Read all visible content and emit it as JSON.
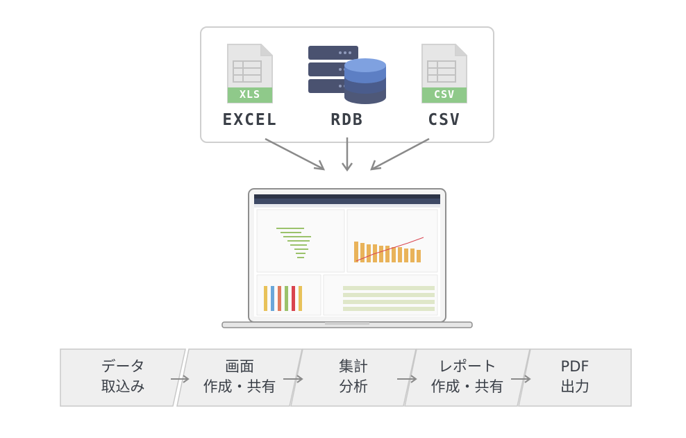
{
  "sources": [
    {
      "label": "EXCEL",
      "badge": "XLS",
      "icon": "excel-file-icon"
    },
    {
      "label": "RDB",
      "icon": "database-server-icon"
    },
    {
      "label": "CSV",
      "badge": "CSV",
      "icon": "csv-file-icon"
    }
  ],
  "steps": [
    {
      "line1": "データ",
      "line2": "取込み"
    },
    {
      "line1": "画面",
      "line2": "作成・共有"
    },
    {
      "line1": "集計",
      "line2": "分析"
    },
    {
      "line1": "レポート",
      "line2": "作成・共有"
    },
    {
      "line1": "PDF",
      "line2": "出力"
    }
  ],
  "colors": {
    "file_badge": "#8fc98a",
    "file_body": "#e8e8e8",
    "server_dark": "#454c66",
    "db_blue": "#5d7fc4",
    "step_fill": "#efefef",
    "arrow": "#8a8a8a"
  }
}
